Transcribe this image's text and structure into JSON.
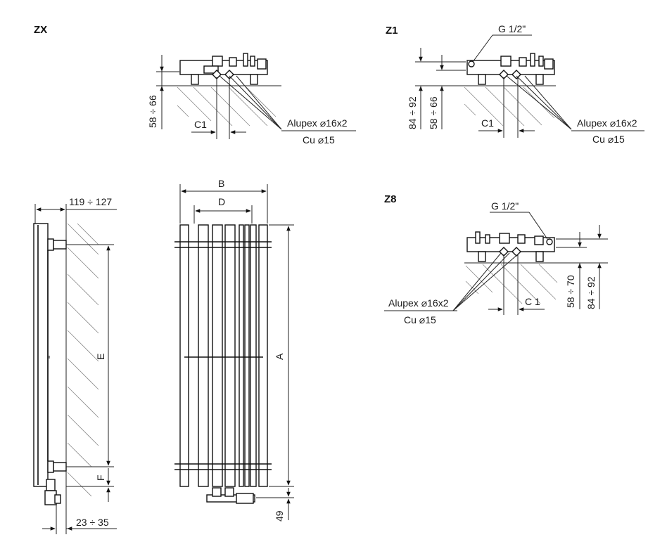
{
  "views": {
    "zx": {
      "title": "ZX",
      "dim_height": "58 ÷ 66",
      "dim_c1": "C1",
      "pipe_alupex": "Alupex ⌀16x2",
      "pipe_cu": "Cu ⌀15"
    },
    "z1": {
      "title": "Z1",
      "thread": "G 1/2\"",
      "dim_outer": "84 ÷ 92",
      "dim_inner": "58 ÷ 66",
      "dim_c1": "C1",
      "pipe_alupex": "Alupex ⌀16x2",
      "pipe_cu": "Cu ⌀15"
    },
    "z8": {
      "title": "Z8",
      "thread": "G 1/2\"",
      "dim_inner": "58 ÷ 70",
      "dim_outer": "84 ÷ 92",
      "dim_c1": "C 1",
      "pipe_alupex": "Alupex ⌀16x2",
      "pipe_cu": "Cu ⌀15"
    },
    "side": {
      "dim_wall": "119 ÷ 127",
      "dim_e": "E",
      "dim_f": "F",
      "dim_bottom": "23 ÷ 35"
    },
    "front": {
      "dim_b": "B",
      "dim_d": "D",
      "dim_a": "A",
      "dim_49": "49"
    }
  }
}
